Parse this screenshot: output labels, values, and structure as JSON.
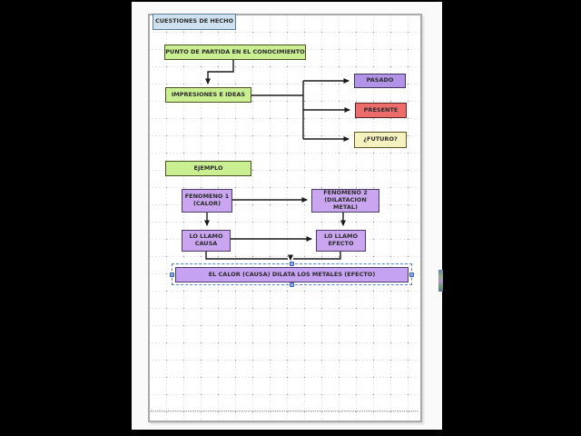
{
  "palette": {
    "letterbox": "#000000",
    "canvas_background": "#fafafa",
    "page_background": "#ffffff",
    "grid_dot": "#ababab",
    "node_blue": "#cfe1ef",
    "node_green": "#c9ef92",
    "node_purple": "#b193e8",
    "node_purple_light": "#c9a6ef",
    "node_red": "#ed6d6d",
    "node_yellow": "#f6f2c0",
    "selection_blue": "#5b7fd4",
    "connector": "#1a1a1a"
  },
  "nodes": {
    "cuestiones": {
      "label": "CUESTIONES DE HECHO",
      "fill": "#cfe1ef"
    },
    "punto": {
      "label": "PUNTO DE PARTIDA EN EL CONOCIMIENTO",
      "fill": "#c9ef92"
    },
    "impresiones": {
      "label": "IMPRESIONES E IDEAS",
      "fill": "#c9ef92"
    },
    "pasado": {
      "label": "PASADO",
      "fill": "#b193e8"
    },
    "presente": {
      "label": "PRESENTE",
      "fill": "#ed6d6d"
    },
    "futuro": {
      "label": "¿FUTURO?",
      "fill": "#f6f2c0"
    },
    "ejemplo": {
      "label": "EJEMPLO",
      "fill": "#c9ef92"
    },
    "fenomeno1": {
      "line1": "FENOMENO 1",
      "line2": "(CALOR)",
      "fill": "#c9a6ef"
    },
    "fenomeno2": {
      "line1": "FENOMENO 2",
      "line2": "(DILATACION METAL)",
      "fill": "#c9a6ef"
    },
    "causa": {
      "line1": "LO LLAMO",
      "line2": "CAUSA",
      "fill": "#c9a6ef"
    },
    "efecto": {
      "line1": "LO LLAMO",
      "line2": "EFECTO",
      "fill": "#c9a6ef"
    },
    "conclusion": {
      "label": "EL CALOR (CAUSA) DILATA LOS METALES (EFECTO)",
      "fill": "#c6a2f2",
      "selected": true
    }
  },
  "connectors": [
    {
      "from": "punto",
      "to": "impresiones"
    },
    {
      "from": "impresiones",
      "to": "pasado"
    },
    {
      "from": "impresiones",
      "to": "presente"
    },
    {
      "from": "impresiones",
      "to": "futuro"
    },
    {
      "from": "fenomeno1",
      "to": "fenomeno2"
    },
    {
      "from": "fenomeno1",
      "to": "causa"
    },
    {
      "from": "fenomeno2",
      "to": "efecto"
    },
    {
      "from": "causa",
      "to": "efecto"
    },
    {
      "from": "causa",
      "to": "conclusion"
    },
    {
      "from": "efecto",
      "to": "conclusion"
    }
  ]
}
